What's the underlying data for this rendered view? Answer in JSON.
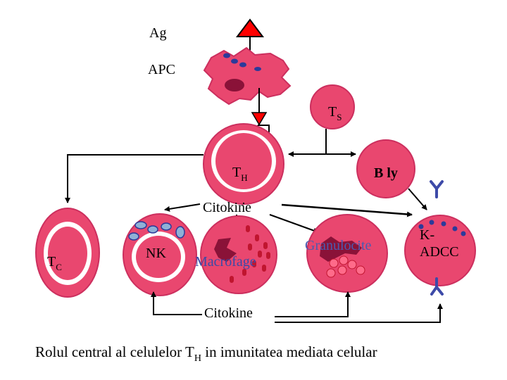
{
  "labels": {
    "ag": "Ag",
    "apc": "APC",
    "ts_main": "T",
    "ts_sub": "S",
    "th_main": "T",
    "th_sub": "H",
    "bly": "B ly",
    "citokine_top": "Citokine",
    "tc_main": "T",
    "tc_sub": "C",
    "nk": "NK",
    "macrofage": "Macrofage",
    "granulocite": "Granulocite",
    "k_adcc_line1": "K-",
    "k_adcc_line2": "ADCC",
    "citokine_bottom": "Citokine"
  },
  "caption": {
    "part1": "Rolul central al celulelor T",
    "sub": "H",
    "part2": " in imunitatea mediata celular"
  },
  "colors": {
    "cell_membrane": "#cc2f5e",
    "cell_fill": "#e9476f",
    "nucleus": "#8a1238",
    "white_gap": "#ffffff",
    "antigen": "#ff0000",
    "granule_blue": "#2c3a9a",
    "granule_pale_blue": "#8fb0d6",
    "granule_red": "#c0152f",
    "macrofage_text": "#3a4aa8",
    "granulocite_text": "#4a5bb0",
    "receptor": "#3d4aa8",
    "arrow": "#000000"
  }
}
